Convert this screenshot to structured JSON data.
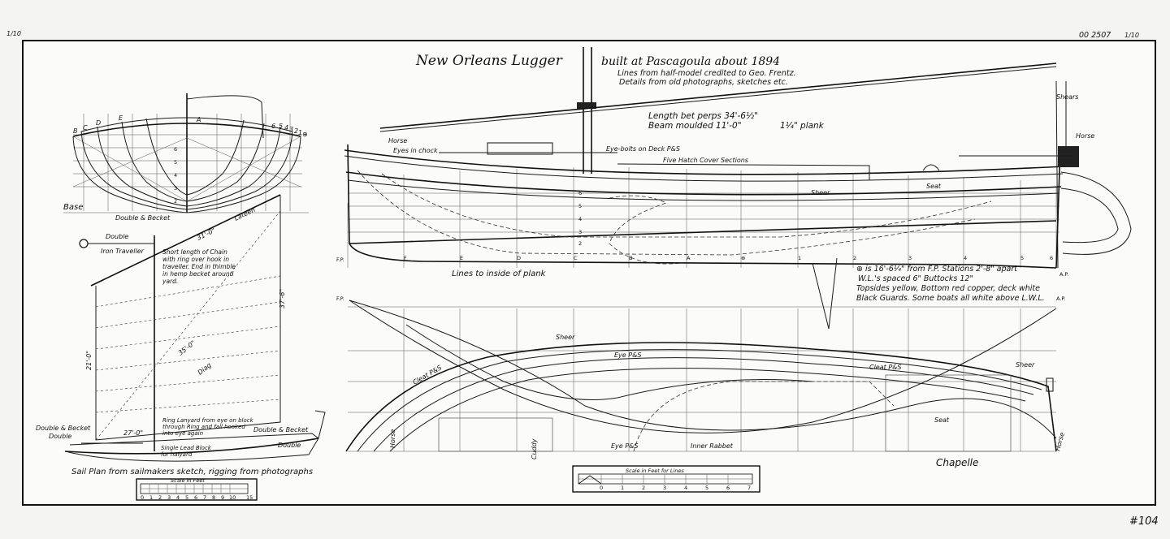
{
  "sheet": {
    "catalog_number": "00 2507",
    "sheet_number": "#104",
    "corner_mark_left": "1/10",
    "corner_mark_right": "1/10",
    "signature": "Chapelle"
  },
  "title": {
    "main": "New Orleans Lugger",
    "built": "built at Pascagoula about 1894",
    "source_line_1": "Lines from half-model credited to Geo. Frentz.",
    "source_line_2": "Details from old photographs, sketches etc."
  },
  "dimensions": {
    "length_line": "Length bet perps 34'-6½\"",
    "beam_line": "Beam moulded  11'-0\"",
    "plank_line": "1¼\" plank"
  },
  "profile_labels": {
    "horse_fwd": "Horse",
    "eyes_in_chock": "Eyes in chock",
    "eye_bolts": "Eye-bolts on Deck P&S",
    "five_hatch": "Five Hatch Cover Sections",
    "shears": "Shears",
    "horse_aft": "Horse",
    "sheer": "Sheer",
    "seat": "Seat",
    "lines_inside": "Lines to inside of plank",
    "fp": "F.P.",
    "ap": "A.P."
  },
  "profile_notes": {
    "line_1": "⊕ is 16'-6¼\" from F.P.  Stations 2'-8\" apart",
    "line_2": "W.L.'s spaced 6\"  Buttocks 12\"",
    "line_3": "Topsides yellow, Bottom red copper, deck white",
    "line_4": "Black Guards. Some boats all white above L.W.L."
  },
  "station_labels": [
    "F",
    "E",
    "D",
    "C",
    "B",
    "A",
    "⊕",
    "1",
    "2",
    "3",
    "4",
    "5",
    "6"
  ],
  "waterline_labels": [
    "6",
    "5",
    "4",
    "3",
    "2"
  ],
  "body_plan_labels": {
    "left": [
      "B",
      "C",
      "D",
      "E"
    ],
    "center": "A",
    "right": [
      "6",
      "5",
      "4",
      "3",
      "2",
      "1",
      "⊕"
    ],
    "base": "Base"
  },
  "plan_labels": {
    "sheer": "Sheer",
    "eye_ps": "Eye P&S",
    "cleat_fwd": "Cleat P&S",
    "cleat_aft": "Cleat P&S",
    "sheer_aft": "Sheer",
    "seat": "Seat",
    "cuddy": "Cuddy",
    "horse": "Horse",
    "inner_rabbet": "Inner Rabbet",
    "eye_ps_lower": "Eye P&S",
    "horse_aft": "Horse"
  },
  "sail_plan": {
    "double_becket_top": "Double & Becket",
    "double_top": "Double",
    "iron_traveller": "Iron Traveller",
    "chain_note": "Short length of Chain with ring over hook in traveller. End in thimble in hemp becket around yard.",
    "yard_length": "31'-0\"",
    "yard_word": "Lateen",
    "luff_length": "21'-0\"",
    "leech_length": "37'-6\"",
    "diag_length": "35'-0\"",
    "diag_word": "Diag",
    "foot_length": "27'-0\"",
    "lanyard_note": "Ring Lanyard from eye on block through Ring and fall hooked into eye again",
    "single_block_note": "Single Lead Block for halyard",
    "double_becket_fwd": "Double & Becket",
    "double_fwd": "Double",
    "double_becket_aft": "Double & Becket",
    "double_aft": "Double",
    "caption": "Sail Plan from sailmakers sketch, rigging from photographs"
  },
  "scale_left": {
    "title": "Scale in Feet",
    "ticks": [
      "0",
      "1",
      "2",
      "3",
      "4",
      "5",
      "6",
      "7",
      "8",
      "9",
      "10",
      "15"
    ]
  },
  "scale_center": {
    "title": "Scale in Feet for Lines",
    "ticks": [
      "0",
      "1",
      "2",
      "3",
      "4",
      "5",
      "6",
      "7"
    ]
  }
}
